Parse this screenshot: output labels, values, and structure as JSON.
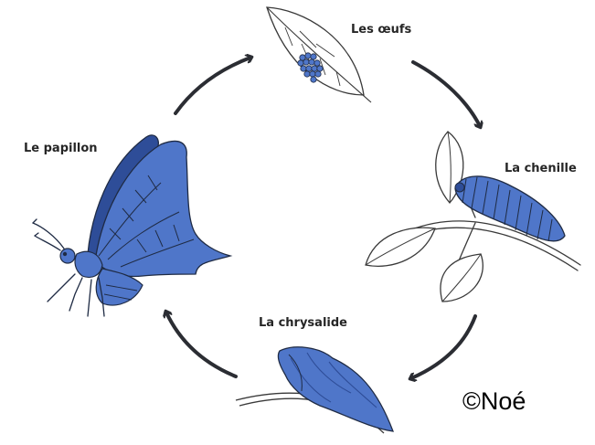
{
  "stages": {
    "eggs": "Les œufs",
    "caterpillar": "La chenille",
    "chrysalis": "La chrysalide",
    "butterfly": "Le papillon"
  },
  "credit": "©Noé",
  "colors": {
    "wing_blue": "#4f76c9",
    "wing_dark": "#2e4d98",
    "outline": "#1f2b44",
    "arrow": "#2b2d33",
    "leaf_outline": "#3a3a3a"
  }
}
